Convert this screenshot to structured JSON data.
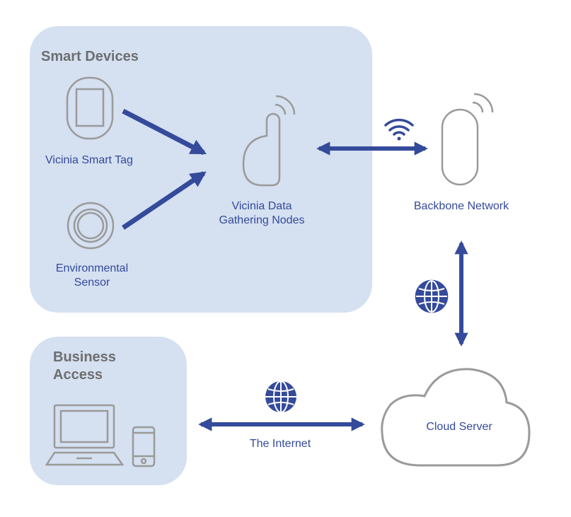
{
  "groups": {
    "smart_devices": {
      "title": "Smart Devices"
    },
    "business_access": {
      "title_line1": "Business",
      "title_line2": "Access"
    }
  },
  "nodes": {
    "smart_tag": {
      "label": "Vicinia Smart Tag",
      "icon": "smart-tag-icon"
    },
    "env_sensor": {
      "label_line1": "Environmental",
      "label_line2": "Sensor",
      "icon": "sensor-icon"
    },
    "data_nodes": {
      "label_line1": "Vicinia Data",
      "label_line2": "Gathering Nodes",
      "icon": "data-node-icon"
    },
    "backbone": {
      "label": "Backbone Network",
      "icon": "backbone-device-icon"
    },
    "cloud": {
      "label": "Cloud Server",
      "icon": "cloud-icon"
    },
    "internet": {
      "label": "The Internet",
      "icon": "globe-icon"
    }
  },
  "colors": {
    "accent": "#344a9a",
    "group_fill": "#d5e0f1",
    "outline": "#9a9a9a",
    "title": "#6d6e70"
  }
}
